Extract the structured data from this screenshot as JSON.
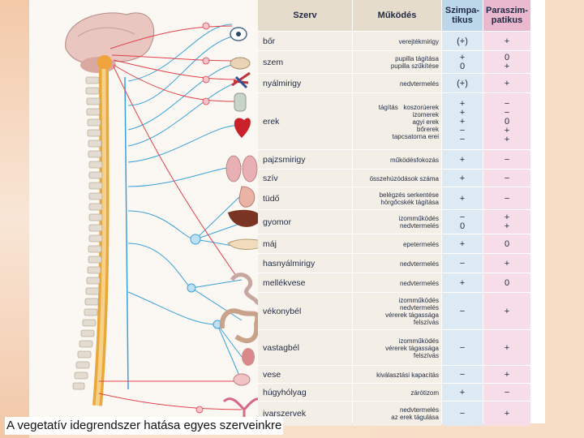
{
  "caption": "A vegetatív idegrendszer hatása egyes szerveinkre",
  "table": {
    "headers": {
      "organ": "Szerv",
      "function": "Működés",
      "sympathetic": "Szimpa-\ntikus",
      "parasympathetic": "Paraszim-\npatikus"
    },
    "rows": [
      {
        "organ": "bőr",
        "functions": [
          "verejtékmirigy"
        ],
        "s": [
          "(+)"
        ],
        "p": [
          "+"
        ]
      },
      {
        "organ": "szem",
        "functions": [
          "pupilla tágítása",
          "pupilla szűkítése"
        ],
        "s": [
          "+",
          "0"
        ],
        "p": [
          "0",
          "+"
        ]
      },
      {
        "organ": "nyálmirigy",
        "functions": [
          "nedvtermelés"
        ],
        "s": [
          "(+)"
        ],
        "p": [
          "+"
        ]
      },
      {
        "organ": "erek",
        "functions": [
          "tágítás   koszorúerek",
          "izomerek",
          "agyi erek",
          "bőrerek",
          "tapcsatorna erei"
        ],
        "s": [
          "+",
          "+",
          "+",
          "−",
          "−"
        ],
        "p": [
          "−",
          "−",
          "0",
          "+",
          "+"
        ]
      },
      {
        "organ": "pajzsmirigy",
        "functions": [
          "működésfokozás"
        ],
        "s": [
          "+"
        ],
        "p": [
          "−"
        ]
      },
      {
        "organ": "szív",
        "functions": [
          "összehúzódások száma"
        ],
        "s": [
          "+"
        ],
        "p": [
          "−"
        ]
      },
      {
        "organ": "tüdő",
        "functions": [
          "belégzés serkentése",
          "hörgőcskék tágítása"
        ],
        "s": [
          "+"
        ],
        "p": [
          "−"
        ]
      },
      {
        "organ": "gyomor",
        "functions": [
          "izomműködés",
          "nedvtermelés"
        ],
        "s": [
          "−",
          "0"
        ],
        "p": [
          "+",
          "+"
        ]
      },
      {
        "organ": "máj",
        "functions": [
          "epetermelés"
        ],
        "s": [
          "+"
        ],
        "p": [
          "0"
        ]
      },
      {
        "organ": "hasnyálmirigy",
        "functions": [
          "nedvtermelés"
        ],
        "s": [
          "−"
        ],
        "p": [
          "+"
        ]
      },
      {
        "organ": "mellékvese",
        "functions": [
          "nedvtermelés"
        ],
        "s": [
          "+"
        ],
        "p": [
          "0"
        ]
      },
      {
        "organ": "vékonybél",
        "functions": [
          "izomműködés",
          "nedvtermelés",
          "vérerek tágassága",
          "felszívás"
        ],
        "s": [
          "−"
        ],
        "p": [
          "+"
        ]
      },
      {
        "organ": "vastagbél",
        "functions": [
          "izomműködés",
          "vérerek tágassága",
          "felszívás"
        ],
        "s": [
          "−"
        ],
        "p": [
          "+"
        ]
      },
      {
        "organ": "vese",
        "functions": [
          "kiválasztási kapacitás"
        ],
        "s": [
          "−"
        ],
        "p": [
          "+"
        ]
      },
      {
        "organ": "húgyhólyag",
        "functions": [
          "zárótizom"
        ],
        "s": [
          "+"
        ],
        "p": [
          "−"
        ]
      },
      {
        "organ": "ivarszervek",
        "functions": [
          "nedvtermelés",
          "az erek tágulása"
        ],
        "s": [
          "−"
        ],
        "p": [
          "+"
        ]
      }
    ]
  },
  "colors": {
    "sympathetic_nerve": "#3aa0d8",
    "parasympathetic_nerve": "#e0404a",
    "spine": "#e9a83a"
  }
}
